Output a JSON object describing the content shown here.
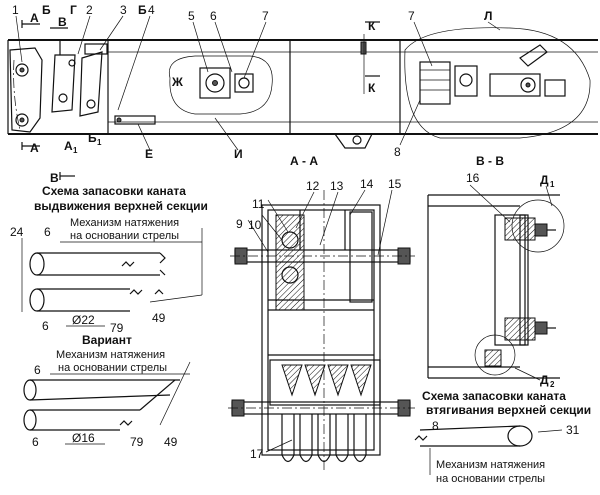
{
  "top_view": {
    "numbers": [
      "1",
      "2",
      "3",
      "4",
      "5",
      "6",
      "7",
      "7",
      "8"
    ],
    "section_letters": {
      "A_top": "А",
      "A_bottom": "А",
      "B": "Б",
      "B2": "Б",
      "V_top": "В",
      "V_bottom": "В",
      "G": "Г",
      "K_top": "К",
      "K_bottom": "К",
      "A1": "А",
      "A1_sub": "1",
      "B1": "Б",
      "B1_sub": "1",
      "E": "Е",
      "ZH": "Ж",
      "I": "И",
      "L": "Л"
    }
  },
  "section_aa": {
    "title": "А - А",
    "numbers": [
      "9",
      "10",
      "11",
      "12",
      "13",
      "14",
      "15",
      "17"
    ]
  },
  "section_vv": {
    "title": "В - В",
    "numbers": [
      "16"
    ],
    "d1": "Д",
    "d1_sub": "1",
    "d2": "Д",
    "d2_sub": "2"
  },
  "scheme_extension": {
    "title_line1": "Схема запасовки каната",
    "title_line2": "выдвижения верхней секции",
    "note_line1": "Механизм натяжения",
    "note_line2": "на основании стрелы",
    "numbers": [
      "24",
      "6",
      "6",
      "79",
      "49"
    ],
    "diameter": "Ø22"
  },
  "variant": {
    "title": "Вариант",
    "note_line1": "Механизм натяжения",
    "note_line2": "на основании стрелы",
    "numbers": [
      "6",
      "6",
      "79",
      "49"
    ],
    "diameter": "Ø16"
  },
  "scheme_retraction": {
    "title_line1": "Схема запасовки каната",
    "title_line2": "втягивания верхней секции",
    "note_line1": "Механизм натяжения",
    "note_line2": "на основании стрелы",
    "numbers": [
      "8",
      "31"
    ]
  }
}
